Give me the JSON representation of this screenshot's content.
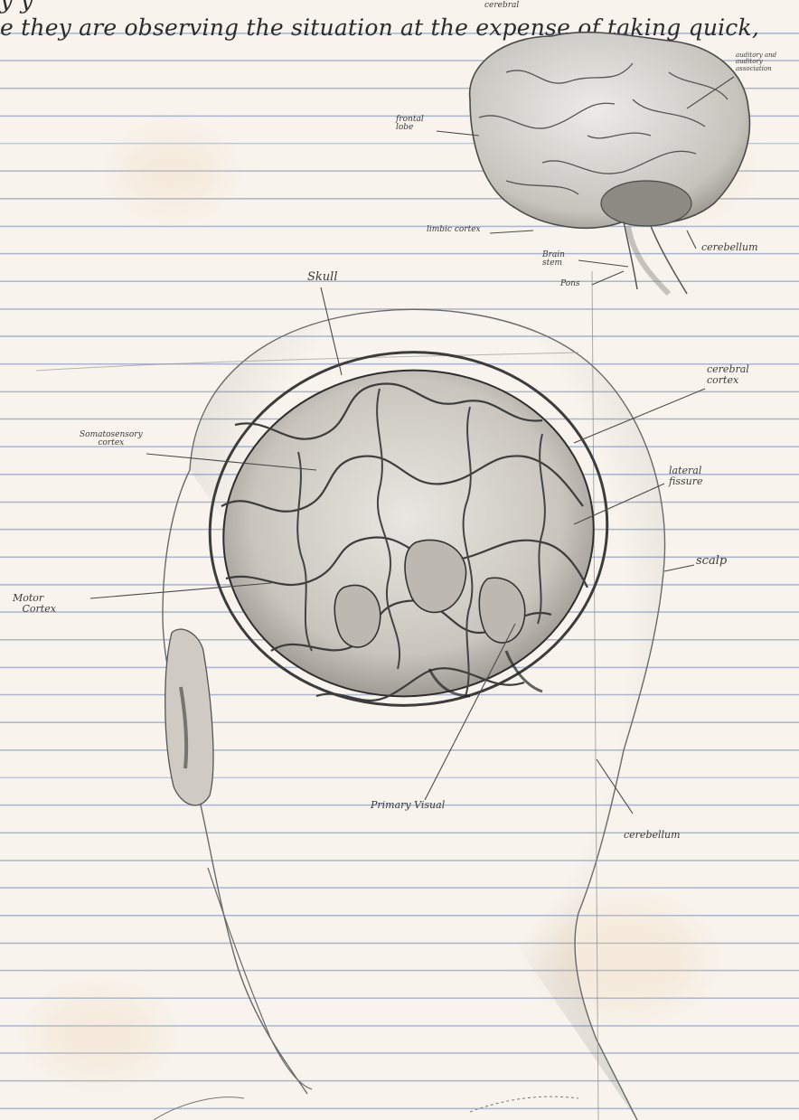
{
  "handwriting": {
    "line1": "y                                                             y",
    "line2": "e they are observing the situation at the expense of taking quick,"
  },
  "labels": {
    "cerebral_top": "cerebral",
    "auditory": "auditory and\nauditory\nassociation",
    "frontal_lobe": "frontal\nlobe",
    "limbic_cortex": "limbic cortex",
    "brain_stem": "Brain\nstem",
    "pons": "Pons",
    "cerebellum_small": "cerebellum",
    "skull": "Skull",
    "cerebral_cortex": "cerebral\ncortex",
    "somatosensory": "Somatosensory\ncortex",
    "lateral_fissure": "lateral\nfissure",
    "scalp": "scalp",
    "motor_cortex": "Motor\n   Cortex",
    "cerebellum": "cerebellum",
    "primary_visual": "Primary Visual"
  }
}
